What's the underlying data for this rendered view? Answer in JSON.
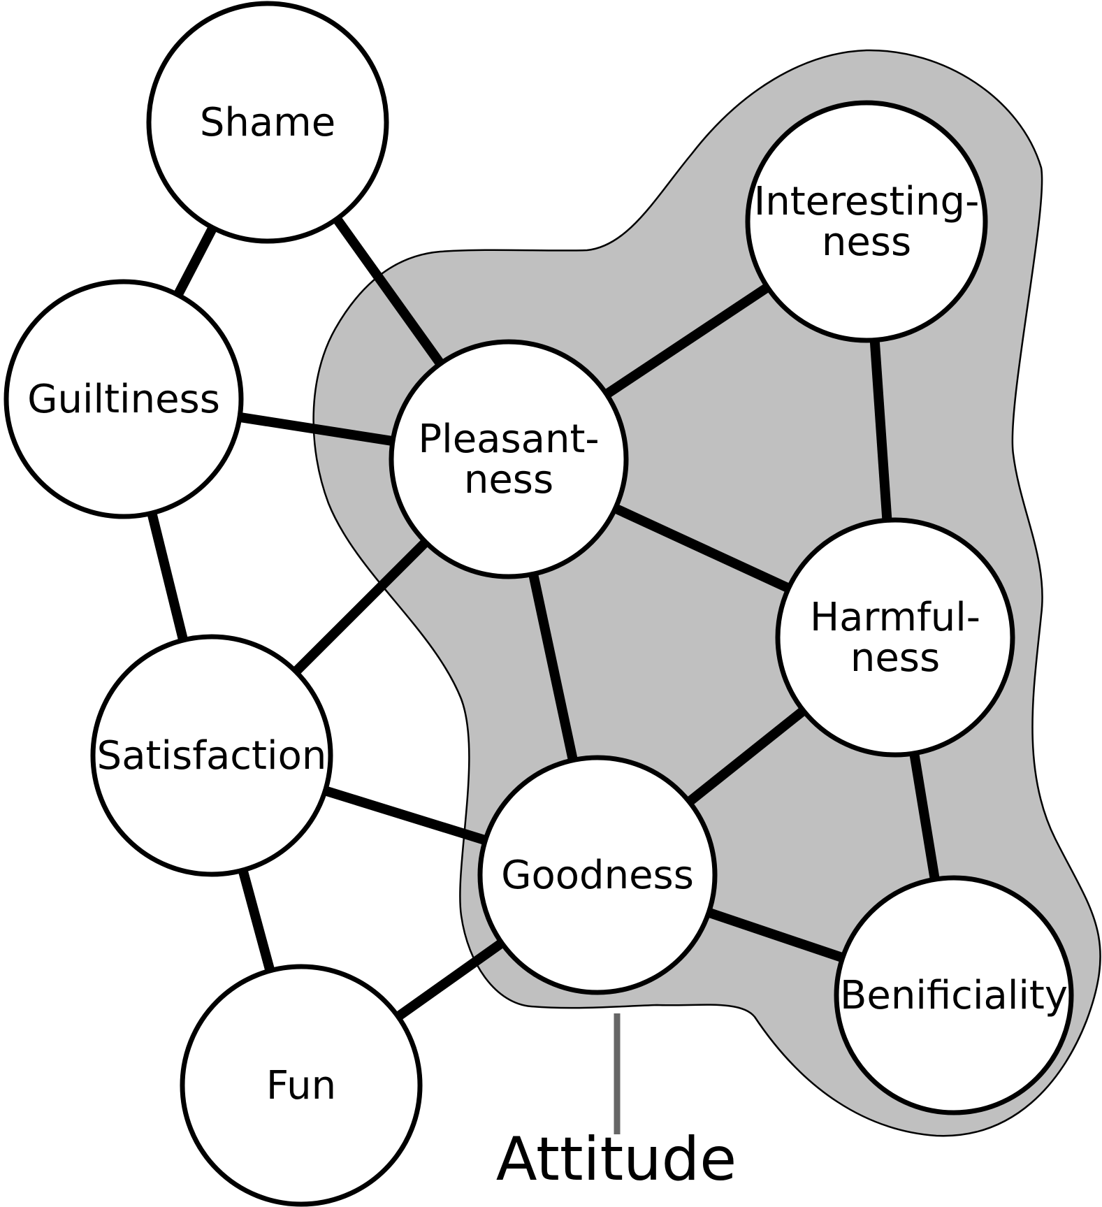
{
  "diagram": {
    "group_label": "Attitude",
    "group_fill": "#c0c0c0",
    "nodes": {
      "shame": {
        "lines": [
          "Shame"
        ]
      },
      "guiltiness": {
        "lines": [
          "Guiltiness"
        ]
      },
      "pleasantness": {
        "lines": [
          "Pleasant-",
          "ness"
        ]
      },
      "interestingness": {
        "lines": [
          "Interesting-",
          "ness"
        ]
      },
      "harmfulness": {
        "lines": [
          "Harmful-",
          "ness"
        ]
      },
      "satisfaction": {
        "lines": [
          "Satisfaction"
        ]
      },
      "goodness": {
        "lines": [
          "Goodness"
        ]
      },
      "beneficiality": {
        "lines": [
          "Benificiality"
        ]
      },
      "fun": {
        "lines": [
          "Fun"
        ]
      }
    },
    "edges": [
      [
        "shame",
        "guiltiness"
      ],
      [
        "shame",
        "pleasantness"
      ],
      [
        "guiltiness",
        "pleasantness"
      ],
      [
        "guiltiness",
        "satisfaction"
      ],
      [
        "pleasantness",
        "interestingness"
      ],
      [
        "pleasantness",
        "harmfulness"
      ],
      [
        "pleasantness",
        "satisfaction"
      ],
      [
        "pleasantness",
        "goodness"
      ],
      [
        "interestingness",
        "harmfulness"
      ],
      [
        "harmfulness",
        "goodness"
      ],
      [
        "harmfulness",
        "beneficiality"
      ],
      [
        "satisfaction",
        "goodness"
      ],
      [
        "satisfaction",
        "fun"
      ],
      [
        "goodness",
        "beneficiality"
      ],
      [
        "goodness",
        "fun"
      ]
    ],
    "attitude_members": [
      "pleasantness",
      "interestingness",
      "harmfulness",
      "goodness",
      "beneficiality"
    ]
  }
}
